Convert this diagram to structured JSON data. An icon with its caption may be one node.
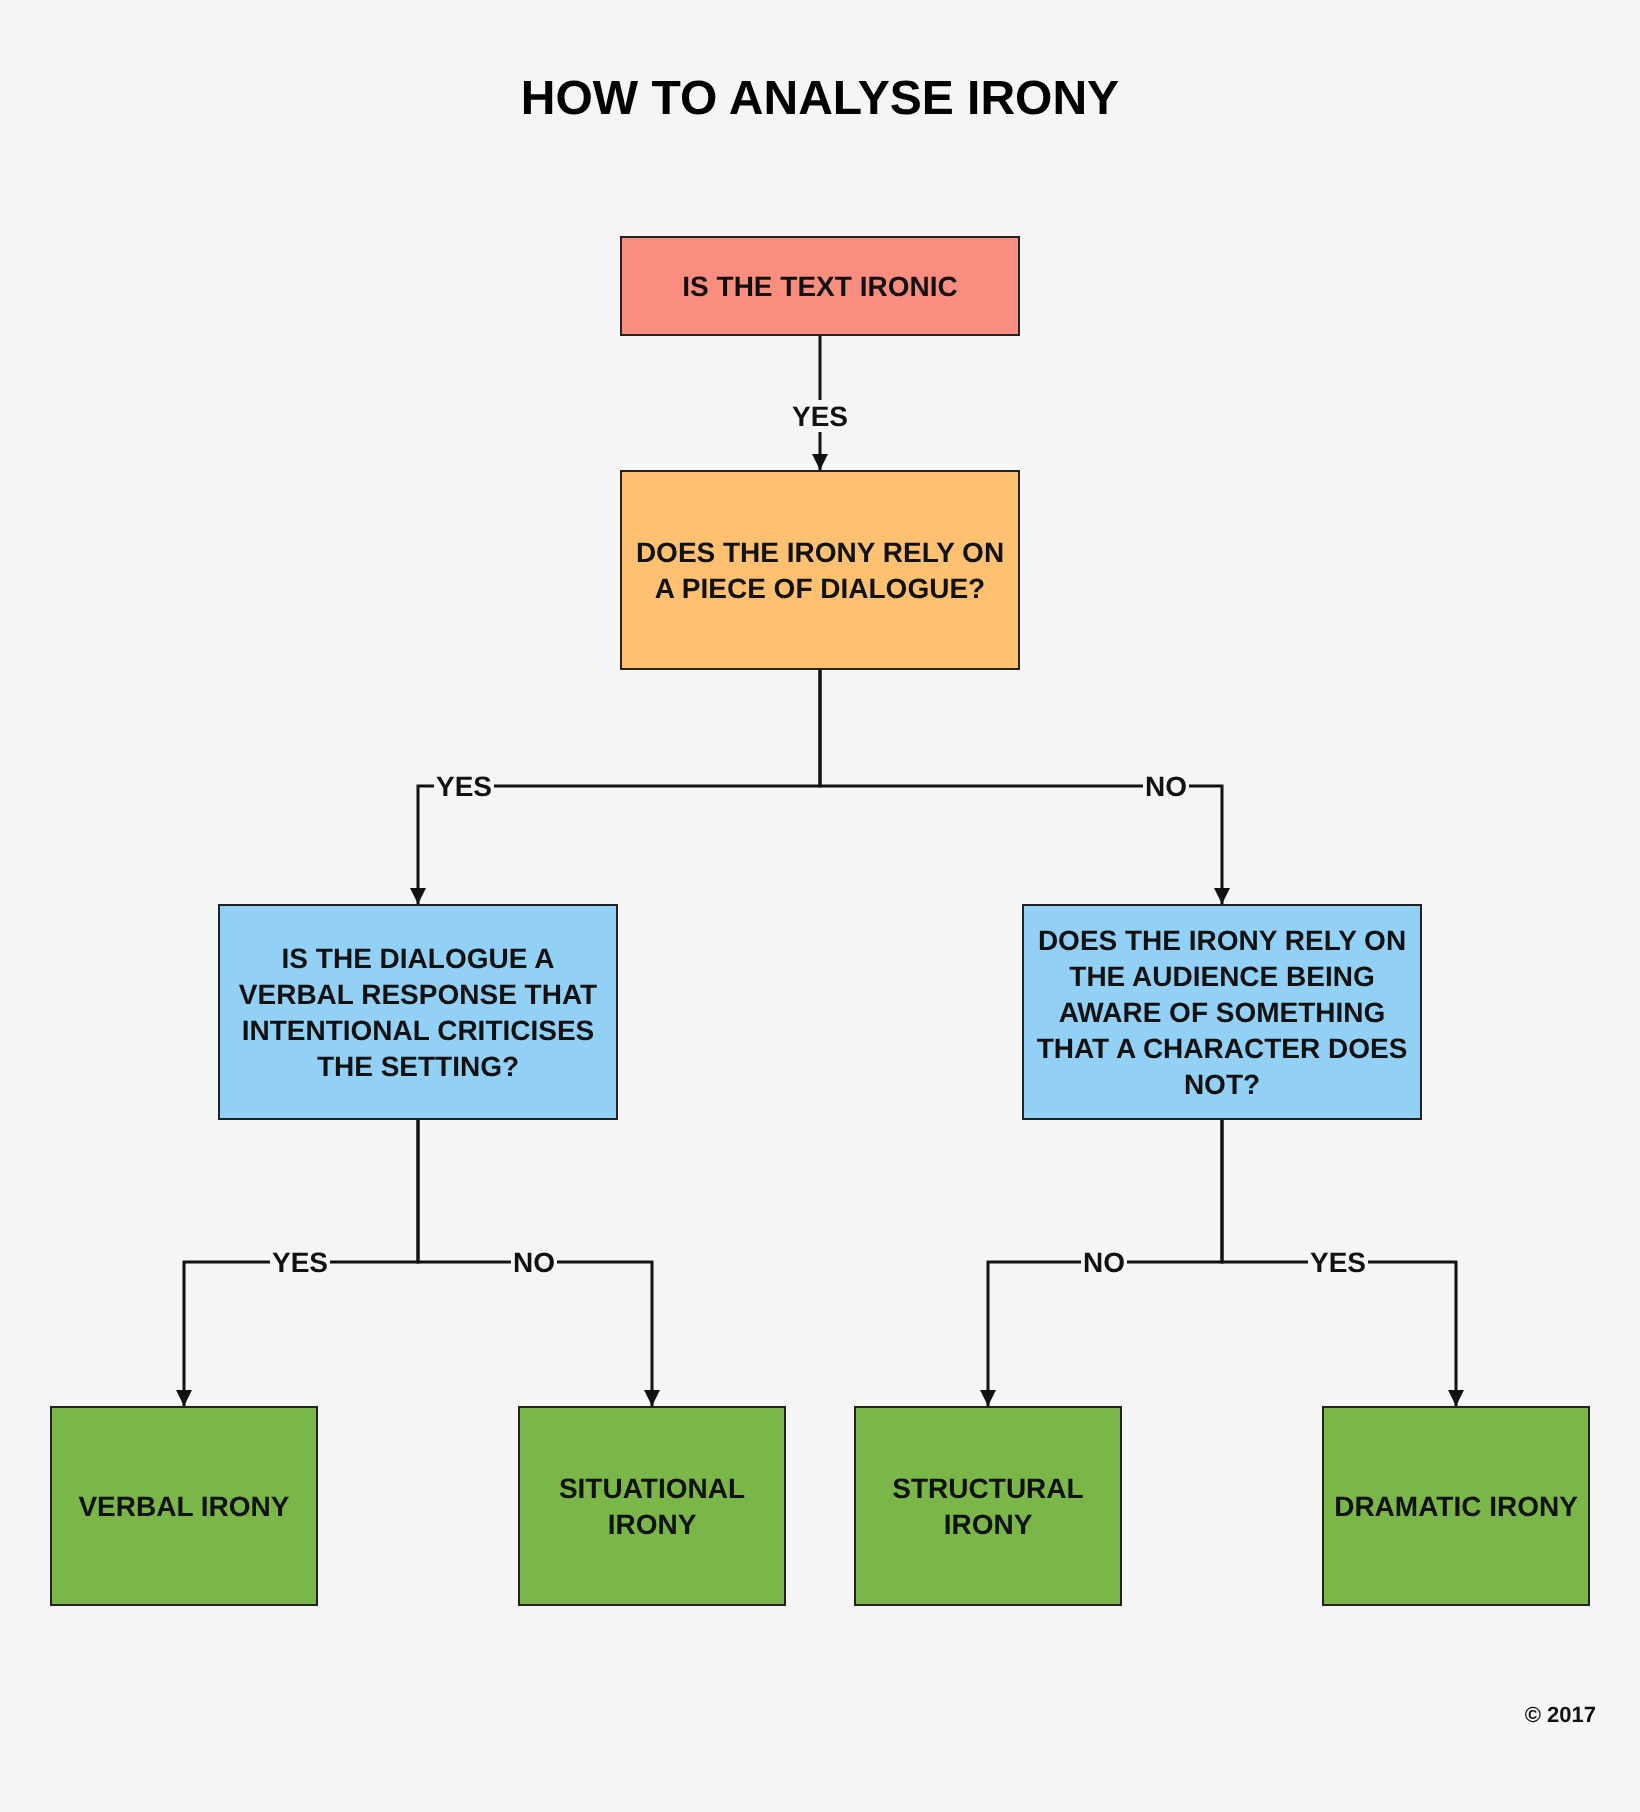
{
  "diagram": {
    "title": "HOW TO ANALYSE IRONY",
    "nodes": [
      {
        "text": [
          "IS THE TEXT IRONIC"
        ]
      },
      {
        "text": [
          "DOES THE IRONY RELY ON A PIECE OF DIALOGUE?"
        ]
      },
      {
        "text": [
          "IS THE DIALOGUE A VERBAL RESPONSE THAT INTENTIONAL CRITICISES THE SETTING?"
        ]
      },
      {
        "text": [
          "DOES THE IRONY RELY ON THE AUDIENCE BEING AWARE OF SOMETHING THAT A CHARACTER DOES NOT?"
        ]
      },
      {
        "text": [
          "VERBAL IRONY"
        ]
      },
      {
        "text": [
          "SITUATIONAL IRONY"
        ]
      },
      {
        "text": [
          "STRUCTURAL IRONY"
        ]
      },
      {
        "text": [
          "DRAMATIC IRONY"
        ]
      }
    ],
    "edges": [
      {
        "from": 0,
        "to": 1,
        "arrow": "to",
        "label": "YES"
      },
      {
        "from": 1,
        "to": 2,
        "arrow": "to",
        "label": "YES"
      },
      {
        "from": 1,
        "to": 3,
        "arrow": "to",
        "label": "NO"
      },
      {
        "from": 2,
        "to": 4,
        "arrow": "to",
        "label": "YES"
      },
      {
        "from": 2,
        "to": 5,
        "arrow": "to",
        "label": "NO"
      },
      {
        "from": 3,
        "to": 6,
        "arrow": "to",
        "label": "NO"
      },
      {
        "from": 3,
        "to": 7,
        "arrow": "to",
        "label": "YES"
      }
    ],
    "labels": [
      "© 2017"
    ]
  }
}
